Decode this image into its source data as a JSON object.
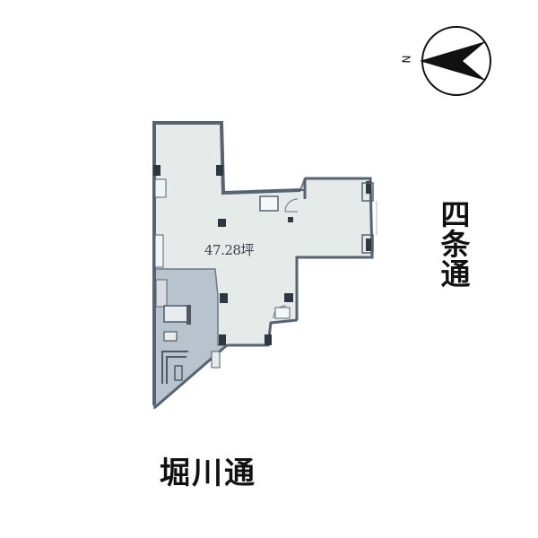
{
  "floor_area": "47.28坪",
  "street_bottom": "堀川通",
  "street_right": "四条通",
  "compass": {
    "north_label": "N",
    "icon": "north-arrow-icon"
  },
  "colors": {
    "floor": "#e6ebe9",
    "existing_area": "#b8c3cd",
    "walls": "#566371",
    "background": "#ffffff"
  }
}
